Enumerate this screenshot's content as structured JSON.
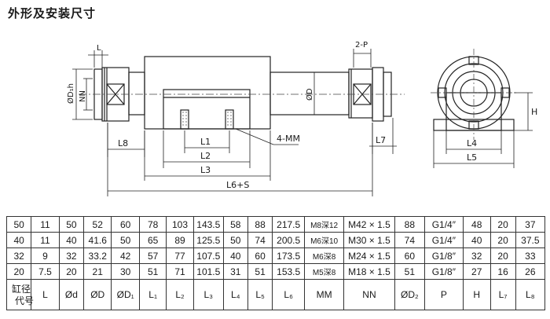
{
  "title": "外形及安装尺寸",
  "drawing_labels": {
    "L": "L",
    "two_p": "2-P",
    "d_1h": "ØD₁h",
    "nn": "NN",
    "od": "ØD",
    "l8": "L8",
    "l1": "L1",
    "l2": "L2",
    "l3": "L3",
    "l6s": "L6+S",
    "mm": "4-MM",
    "l7": "L7",
    "l4": "L4",
    "l5": "L5",
    "h": "H"
  },
  "table": {
    "header": {
      "corner_top": "缸径",
      "corner_bottom": "代号",
      "cols": [
        "L",
        "Ød",
        "ØD",
        "ØD₁",
        "L₁",
        "L₂",
        "L₃",
        "L₄",
        "L₅",
        "L₆",
        "MM",
        "NN",
        "ØD₂",
        "P",
        "H",
        "L₇",
        "L₈"
      ]
    },
    "rows": [
      [
        "50",
        "11",
        "50",
        "52",
        "60",
        "78",
        "103",
        "143.5",
        "58",
        "88",
        "217.5",
        "M8深12",
        "M42 × 1.5",
        "88",
        "G1/4″",
        "48",
        "20",
        "37"
      ],
      [
        "40",
        "11",
        "40",
        "41.6",
        "50",
        "65",
        "89",
        "125.5",
        "50",
        "74",
        "200.5",
        "M6深10",
        "M30 × 1.5",
        "74",
        "G1/4″",
        "40",
        "20",
        "37.5"
      ],
      [
        "32",
        "9",
        "32",
        "33.2",
        "42",
        "57",
        "77",
        "107.5",
        "40",
        "60",
        "173.5",
        "M6深8",
        "M24 × 1.5",
        "60",
        "G1/8″",
        "32",
        "20",
        "33"
      ],
      [
        "20",
        "7.5",
        "20",
        "21",
        "30",
        "51",
        "71",
        "101.5",
        "31",
        "51",
        "153.5",
        "M5深8",
        "M18 × 1.5",
        "51",
        "G1/8″",
        "27",
        "16",
        "26"
      ]
    ]
  }
}
